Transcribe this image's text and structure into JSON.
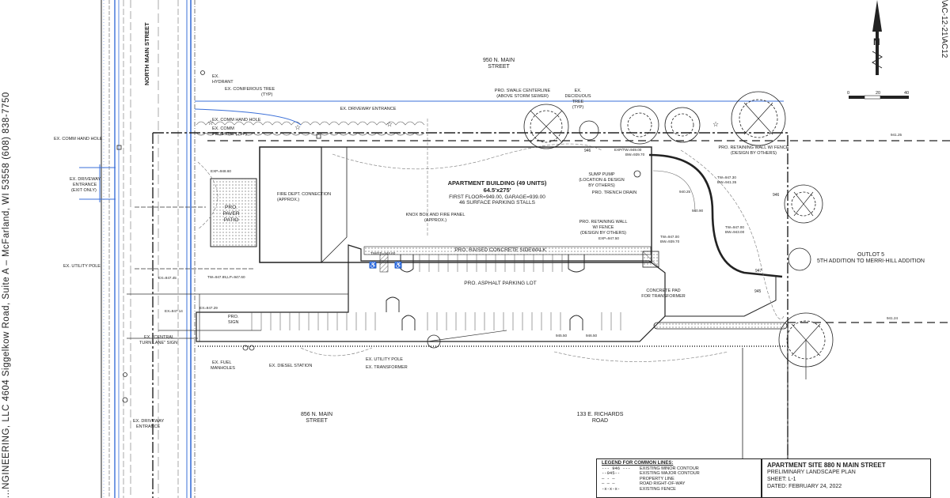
{
  "sheet": {
    "company": "...NGINEERING, LLC   4604 Siggelkow Road, Suite A  –  McFarland, WI 53558   (608) 838-7750",
    "drawing_id": "\\AC-12-21\\AC12",
    "north_symbol": "N",
    "scale_bar": [
      "0",
      "20",
      "40"
    ]
  },
  "labels": {
    "north_main_street": "NORTH MAIN STREET",
    "main950_line1": "950 N. MAIN",
    "main950_line2": "STREET",
    "main856_line1": "856 N. MAIN",
    "main856_line2": "STREET",
    "richards_line1": "133 E. RICHARDS",
    "richards_line2": "ROAD",
    "outlot_line1": "OUTLOT 5",
    "outlot_line2": "5TH ADDITION TO MERRI-HILL ADDITION",
    "ex_hydrant_1": "EX.",
    "ex_hydrant_2": "HYDRANT",
    "ex_conif_1": "EX. CONIFEROUS TREE",
    "ex_conif_2": "(TYP)",
    "driveway_entrance": "EX. DRIVEWAY ENTRANCE",
    "comm_hand_hole": "EX. COMM HAND HOLE",
    "comm_hand_hole_left": "EX. COMM HAND HOLE",
    "comm_pedestal_1": "EX. COMM",
    "comm_pedestal_2": "PEDESTAL (TYP)",
    "swale_1": "PRO. SWALE CENTERLINE",
    "swale_2": "(ABOVE STORM SEWER)",
    "decid_1": "EX.",
    "decid_2": "DECIDUOUS",
    "decid_3": "TREE",
    "decid_4": "(TYP)",
    "driveway_exit_1": "EX. DRIVEWAY",
    "driveway_exit_2": "ENTRANCE",
    "driveway_exit_3": "(EXIT ONLY)",
    "paver_1": "PRO.",
    "paver_2": "PAVER",
    "paver_3": "PATIO",
    "fdc_1": "FIRE DEPT. CONNECTION",
    "fdc_2": "(APPROX.)",
    "bldg_1": "APARTMENT BUILDING (49 UNITS)",
    "bldg_2": "64.5'x275'",
    "bldg_3": "FIRST FLOOR=949.00, GARAGE=939.00",
    "bldg_4": "46 SURFACE PARKING STALLS",
    "sump_1": "SUMP PUMP",
    "sump_2": "(LOCATION & DESIGN",
    "sump_3": "BY OTHERS)",
    "trench": "PRO. TRENCH DRAIN",
    "retwall_top_1": "PRO. RETAINING WALL W/ FENCE",
    "retwall_top_2": "(DESIGN BY OTHERS)",
    "retwall_mid_1": "PRO. RETAINING WALL",
    "retwall_mid_2": "W/ FENCE",
    "retwall_mid_3": "(DESIGN BY OTHERS)",
    "knox_1": "KNOX BOX AND FIRE PANEL",
    "knox_2": "(APPROX.)",
    "sidewalk": "PRO. RAISED CONCRETE SIDEWALK",
    "parking_lot": "PRO. ASPHALT PARKING LOT",
    "pad_1": "CONCRETE PAD",
    "pad_2": "FOR TRANSFORMER",
    "utility_pole_left": "EX. UTILITY POLE",
    "pro_sign_1": "PRO.",
    "pro_sign_2": "SIGN",
    "turn_lane_1": "EX. \"CENTRAL",
    "turn_lane_2": "TURN LANE\" SIGN",
    "fuel_1": "EX. FUEL",
    "fuel_2": "MANHOLES",
    "diesel": "EX. DIESEL STATION",
    "utility_pole_bot": "EX. UTILITY POLE",
    "transformer": "EX. TRANSFORMER",
    "driveway_bot_1": "EX. DRIVEWAY",
    "driveway_bot_2": "ENTRANCE"
  },
  "elevations": {
    "e1": "EXP=948.60",
    "e2": "EX=947.45",
    "e3": "TW=947.85,LP=947.60",
    "e4": "EX=947.29",
    "e5": "EX=947.14",
    "e6": "TW/EP=948.60",
    "e7": "EXP/TW=949.00",
    "e8": "BW=939.70",
    "e9": "TW=947.30",
    "e10": "BW=941.35",
    "e11": "TW=947.00",
    "e12": "BW=943.00",
    "e13": "940.25",
    "e14": "940.90",
    "e15": "EXP=947.50",
    "e16": "TW=947.00",
    "e17": "BW=939.70",
    "e18": "945.50",
    "e19": "946.50",
    "c946a": "946",
    "c946b": "946",
    "c947": "947",
    "c945": "945",
    "c941_25": "941.25",
    "c941_24": "941.24"
  },
  "legend": {
    "title": "LEGEND FOR COMMON LINES:",
    "rows": [
      {
        "sym": "--- 946 ---",
        "text": "EXISTING MINOR CONTOUR"
      },
      {
        "sym": "--945--",
        "text": "EXISTING MAJOR CONTOUR"
      },
      {
        "sym": "— - —",
        "text": "PROPERTY LINE"
      },
      {
        "sym": "— — —",
        "text": "ROAD RIGHT-OF-WAY"
      },
      {
        "sym": "-x-x-x-",
        "text": "EXISTING FENCE"
      }
    ]
  },
  "title_block": {
    "title": "APARTMENT SITE 880 N MAIN STREET",
    "subtitle": "PRELIMINARY LANDSCAPE PLAN",
    "sheet": "SHEET: L-1",
    "dated": "DATED: FEBRUARY 24, 2022"
  }
}
